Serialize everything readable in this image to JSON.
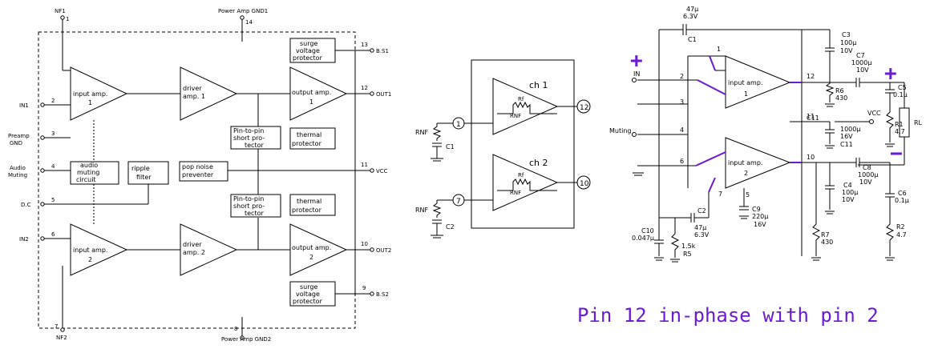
{
  "block_diagram": {
    "pins": {
      "nf1": "NF1",
      "nf1_num": "1",
      "gnd1": "Power Amp GND1",
      "gnd1_num": "14",
      "bs1_num": "13",
      "bs1": "B.S1",
      "out1_num": "12",
      "out1": "OUT1",
      "in1_num": "2",
      "in1": "IN1",
      "preamp_num": "3",
      "preamp_l1": "Preamp",
      "preamp_l2": "GND",
      "muting_num": "4",
      "muting_l1": "Audio",
      "muting_l2": "Muting",
      "vcc_num": "11",
      "vcc": "VCC",
      "dc_num": "5",
      "dc": "D.C",
      "in2_num": "6",
      "in2": "IN2",
      "out2_num": "10",
      "out2": "OUT2",
      "bs2_num": "9",
      "bs2": "B.S2",
      "nf2_num": "7",
      "nf2": "NF2",
      "gnd2_num": "8",
      "gnd2": "Power Amp GND2"
    },
    "blocks": {
      "input_amp1_l1": "input amp.",
      "input_amp1_l2": "1",
      "driver1_l1": "driver",
      "driver1_l2": "amp. 1",
      "output_amp1_l1": "output amp.",
      "output_amp1_l2": "1",
      "surge1_l1": "surge",
      "surge1_l2": "voltage",
      "surge1_l3": "protector",
      "pin_short1_l1": "Pin-to-pin",
      "pin_short1_l2": "short pro-",
      "pin_short1_l3": "tector",
      "thermal1_l1": "thermal",
      "thermal1_l2": "protector",
      "audio_muting_l1": "audio",
      "audio_muting_l2": "muting",
      "audio_muting_l3": "circuit",
      "ripple_l1": "ripple",
      "ripple_l2": "filter",
      "pop_l1": "pop noise",
      "pop_l2": "preventer",
      "pin_short2_l1": "Pin-to-pin",
      "pin_short2_l2": "short pro-",
      "pin_short2_l3": "tector",
      "thermal2_l1": "thermal",
      "thermal2_l2": "protector",
      "input_amp2_l1": "input amp.",
      "input_amp2_l2": "2",
      "driver2_l1": "driver",
      "driver2_l2": "amp. 2",
      "output_amp2_l1": "output amp.",
      "output_amp2_l2": "2",
      "surge2_l1": "surge",
      "surge2_l2": "voltage",
      "surge2_l3": "protector"
    }
  },
  "channel_diagram": {
    "ch1": "ch 1",
    "ch2": "ch 2",
    "pin1": "1",
    "pin12": "12",
    "pin7": "7",
    "pin10": "10",
    "rf": "Rf",
    "rnf": "RNF",
    "c1": "C1",
    "c2": "C2"
  },
  "schematic": {
    "c1": "C1",
    "c1_val1": "47μ",
    "c1_val2": "6.3V",
    "c3": "C3",
    "c3_val1": "100μ",
    "c3_val2": "10V",
    "c7": "C7",
    "c7_val1": "1000μ",
    "c7_val2": "10V",
    "c5": "C5",
    "c5_val": "0.1μ",
    "r6": "R6",
    "r6_val": "430",
    "r1": "R1",
    "r1_val": "4.7",
    "rl": "RL",
    "vcc": "VCC",
    "in": "IN",
    "muting": "Muting",
    "c11_top": "C11",
    "c11_val1": "1000μ",
    "c11_val2": "16V",
    "c11_bot": "C11",
    "c8": "C8",
    "c8_val1": "1000μ",
    "c8_val2": "10V",
    "c4": "C4",
    "c4_val1": "100μ",
    "c4_val2": "10V",
    "c6": "C6",
    "c6_val": "0.1μ",
    "r2": "R2",
    "r2_val": "4.7",
    "r7": "R7",
    "r7_val": "430",
    "c9": "C9",
    "c9_val1": "220μ",
    "c9_val2": "16V",
    "c2": "C2",
    "c2_val1": "47μ",
    "c2_val2": "6.3V",
    "c10": "C10",
    "c10_val": "0.047μ",
    "r5": "R5",
    "r5_val": "1.5k",
    "amp1_l1": "input amp.",
    "amp1_l2": "1",
    "amp2_l1": "input amp.",
    "amp2_l2": "2",
    "p1": "1",
    "p2": "2",
    "p3": "3",
    "p4": "4",
    "p5": "5",
    "p6": "6",
    "p7": "7",
    "p10": "10",
    "p11": "11",
    "p12": "12",
    "plus_top": "+",
    "plus_in": "+",
    "minus_out": "−"
  },
  "caption": "Pin 12 in-phase with pin 2",
  "colors": {
    "annotation": "#6a1bd6",
    "ink": "#000000"
  }
}
